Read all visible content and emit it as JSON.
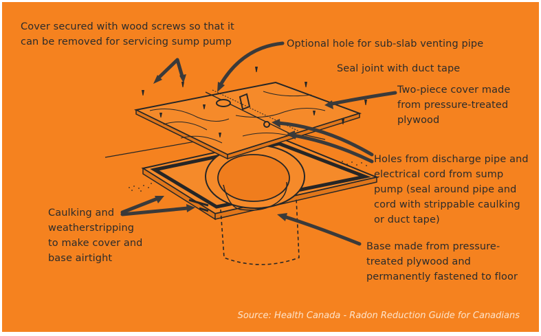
{
  "labels": {
    "cover_secured": "Cover secured with wood screws so that it\ncan be removed for servicing sump pump",
    "optional_hole": "Optional hole for sub-slab venting pipe",
    "seal_joint": "Seal joint with duct tape",
    "two_piece_cover": "Two-piece cover made\nfrom pressure-treated\nplywood",
    "holes_discharge": "Holes from discharge pipe and\nelectrical cord from sump\npump (seal around pipe and\ncord with strippable caulking\nor duct tape)",
    "caulking": "Caulking and\nweatherstripping\nto make cover and\nbase airtight",
    "base_made": "Base made from pressure-\ntreated plywood and\npermanently fastened to floor"
  },
  "source": "Source: Health Canada - Radon Reduction Guide for Canadians",
  "colors": {
    "background": "#f5821f",
    "ink": "#262626",
    "source_text": "#fde4cb"
  }
}
